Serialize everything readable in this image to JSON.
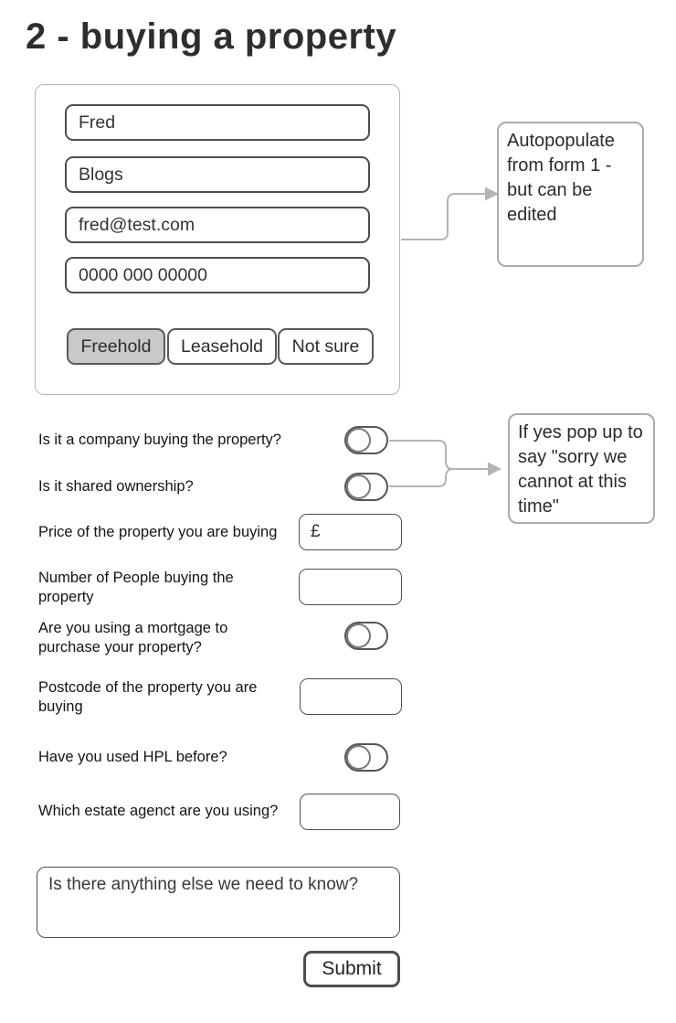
{
  "title": "2 - buying a property",
  "contact_card": {
    "first_name": "Fred",
    "last_name": "Blogs",
    "email": "fred@test.com",
    "phone": "0000 000 00000",
    "tenure_options": [
      {
        "label": "Freehold",
        "selected": true
      },
      {
        "label": "Leasehold",
        "selected": false
      },
      {
        "label": "Not sure",
        "selected": false
      }
    ]
  },
  "annotations": {
    "autopopulate": "Autopopulate from form 1 - but can be edited",
    "if_yes": "If yes pop up to say \"sorry we cannot at this time\""
  },
  "questions": {
    "company": "Is it a company buying the property?",
    "shared_ownership": "Is it shared ownership?",
    "price": "Price of the property you are buying",
    "num_people": "Number of People buying the\nproperty",
    "mortgage": "Are you using a mortgage to\npurchase your property?",
    "postcode": "Postcode of the property you are\nbuying",
    "hpl_before": "Have you used HPL before?",
    "estate_agent": "Which estate agenct are you using?"
  },
  "values": {
    "price": "£",
    "num_people": "",
    "postcode": "",
    "estate_agent": "",
    "notes": "Is there anything else we need to know?"
  },
  "toggles": {
    "company": false,
    "shared_ownership": false,
    "mortgage": false,
    "hpl_before": false
  },
  "submit_label": "Submit",
  "colors": {
    "selected_button_fill": "#c9c9c9",
    "dark_border": "#4d4d4d",
    "light_border": "#b5b5b5",
    "connector": "#b4b4b4"
  }
}
